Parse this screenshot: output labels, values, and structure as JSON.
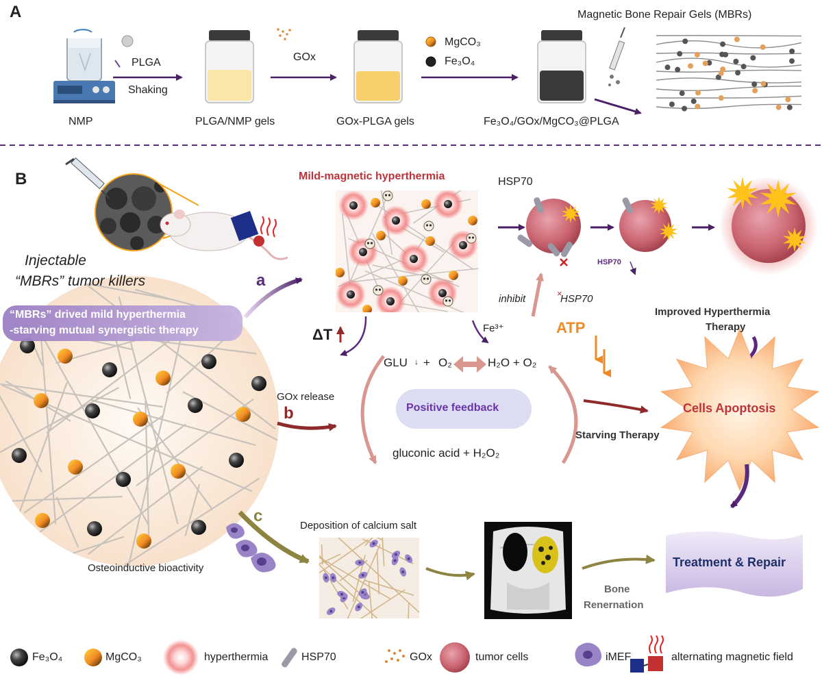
{
  "panel_a": {
    "letter": "A",
    "top_title": "Magnetic Bone Repair Gels (MBRs)",
    "steps": [
      {
        "label": "NMP"
      },
      {
        "label": "PLGA/NMP gels"
      },
      {
        "label": "GOx-PLGA gels"
      },
      {
        "label": "Fe₃O₄/GOx/MgCO₃@PLGA"
      }
    ],
    "arrow1_top": "PLGA",
    "arrow1_bottom": "Shaking",
    "arrow2_top": "GOx",
    "arrow3_item1": "MgCO₃",
    "arrow3_item2": "Fe₃O₄"
  },
  "panel_b": {
    "letter": "B",
    "injectable_line1": "Injectable",
    "injectable_line2": "“MBRs” tumor killers",
    "banner_line1": "“MBRs” drived mild hyperthermia",
    "banner_line2": "-starving mutual synergistic therapy",
    "route_a": "a",
    "route_b": "b",
    "route_c": "c",
    "mild_title": "Mild-magnetic hyperthermia",
    "hsp70_top": "HSP70",
    "hsp70_down": "HSP70",
    "inhibit": "inhibit",
    "hsp70_inhibit": "HSP70",
    "fe3": "Fe³⁺",
    "delta_t": "ΔT",
    "glu": "GLU",
    "plus": "+",
    "o2_left": "O₂",
    "h2o_o2": "H₂O + O₂",
    "atp": "ATP",
    "gox_release": "GOx release",
    "positive_feedback": "Positive feedback",
    "gluconic": "gluconic acid + H₂O₂",
    "improved_line1": "Improved Hyperthermia",
    "improved_line2": "Therapy",
    "cells_apoptosis": "Cells Apoptosis",
    "starving_therapy": "Starving Therapy",
    "deposition": "Deposition of calcium salt",
    "osteoinductive": "Osteoinductive bioactivity",
    "bone_line1": "Bone",
    "bone_line2": "Renernation",
    "treatment": "Treatment & Repair"
  },
  "legend": [
    {
      "label": "Fe₃O₄",
      "icon": "fe3o4-particle-icon"
    },
    {
      "label": "MgCO₃",
      "icon": "mgco3-particle-icon"
    },
    {
      "label": "hyperthermia",
      "icon": "hyperthermia-glow-icon"
    },
    {
      "label": "HSP70",
      "icon": "hsp70-rod-icon"
    },
    {
      "label": "GOx",
      "icon": "gox-dots-icon"
    },
    {
      "label": "tumor cells",
      "icon": "tumor-cell-icon"
    },
    {
      "label": "iMEF",
      "icon": "imef-cell-icon"
    },
    {
      "label": "alternating magnetic field",
      "icon": "magnetic-coil-icon"
    }
  ],
  "colors": {
    "purple": "#5b2a7e",
    "dark_red": "#8e2a2a",
    "orange": "#f08a24",
    "olive": "#8c8440",
    "pink_arrow": "#d9968f",
    "title_red": "#c0323a",
    "feedback_bg": "#dcdcf2",
    "feedback_text": "#6a35a8"
  }
}
